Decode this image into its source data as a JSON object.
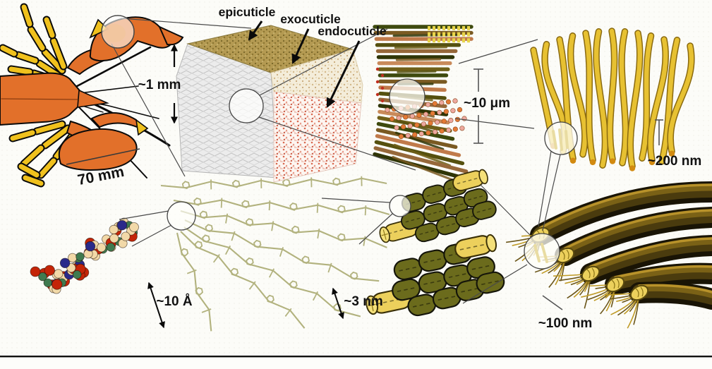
{
  "figure": {
    "region_labels": {
      "epicuticle": "epicuticle",
      "exocuticle": "exocuticle",
      "endocuticle": "endocuticle"
    },
    "scale_labels": {
      "lobster": "70 mm",
      "cuticle_block": "~1 mm",
      "bouligand": "~10 μm",
      "fiber_network": "~200 nm",
      "fiber_bundle": "~100 nm",
      "nanofibrils": "~3 nm",
      "molecule": "~10 Å"
    },
    "colors": {
      "lobster_body": "#e2702a",
      "lobster_limb": "#f0c11d",
      "fiber_gold": "#e7c132",
      "fiber_outline": "#8a6a10",
      "olive_fibril": "#6b6b1c",
      "fibril_core": "#ecd05c",
      "chain_khaki": "#b2b27e",
      "atom_red": "#c42508",
      "atom_cream": "#f2d9a8",
      "atom_green": "#3f7a4f",
      "atom_blue": "#2a2a8a",
      "rod_palette": [
        "#3e4a0e",
        "#7a5a22",
        "#c07a4a",
        "#55500f",
        "#96683a",
        "#2f3506",
        "#c98a5a",
        "#6f5f18"
      ],
      "dot_orange": "#e37a35",
      "dot_pink": "#eda89e",
      "bundle_dark": "#191405",
      "bundle_mid": "#4a3b0e",
      "bundle_light": "#7a6116",
      "bundle_hi": "#b8922a"
    }
  }
}
